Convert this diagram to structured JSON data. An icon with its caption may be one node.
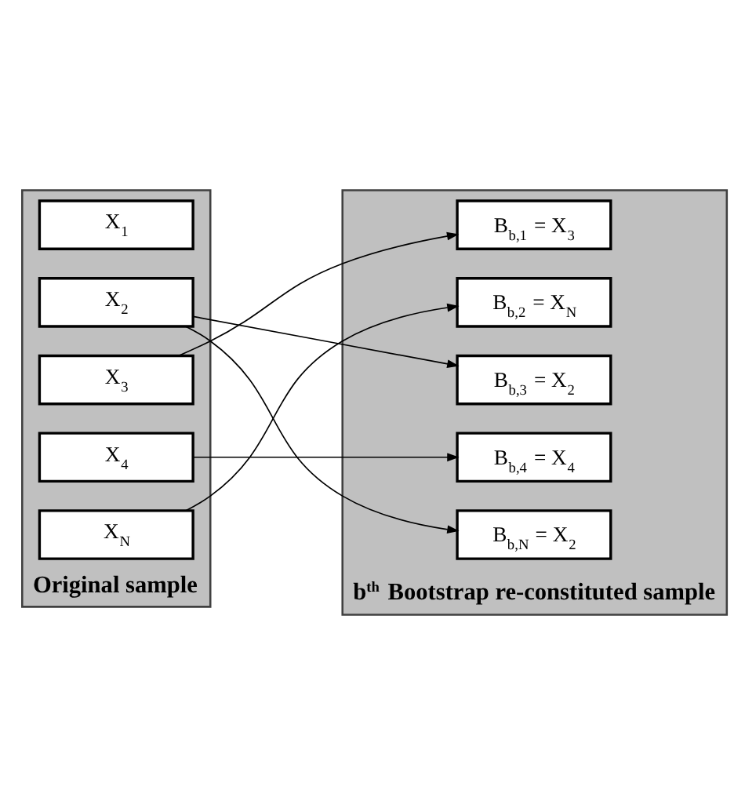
{
  "diagram": {
    "nodes": [
      {
        "text": [
          "Original sample"
        ]
      },
      {
        "text": [
          "X$_{1}$"
        ],
        "in": 0
      },
      {
        "text": [
          "X$_{2}$"
        ],
        "in": 0
      },
      {
        "text": [
          "X$_{3}$"
        ],
        "in": 0
      },
      {
        "text": [
          "X$_{4}$"
        ],
        "in": 0
      },
      {
        "text": [
          "X$_{N}$"
        ],
        "in": 0
      },
      {
        "text": [
          "b$^{th}$ Bootstrap re-constituted sample"
        ]
      },
      {
        "text": [
          "B$_{b,1}$ = X$_{3}$"
        ],
        "in": 6
      },
      {
        "text": [
          "B$_{b,2}$ = X$_{N}$"
        ],
        "in": 6
      },
      {
        "text": [
          "B$_{b,3}$ = X$_{2}$"
        ],
        "in": 6
      },
      {
        "text": [
          "B$_{b,4}$ = X$_{4}$"
        ],
        "in": 6
      },
      {
        "text": [
          "B$_{b,N}$ = X$_{2}$"
        ],
        "in": 6
      }
    ],
    "edges": [
      {
        "from": 3,
        "to": 7,
        "arrow": "to"
      },
      {
        "from": 5,
        "to": 8,
        "arrow": "to"
      },
      {
        "from": 2,
        "to": 9,
        "arrow": "to"
      },
      {
        "from": 4,
        "to": 10,
        "arrow": "to"
      },
      {
        "from": 2,
        "to": 11,
        "arrow": "to"
      }
    ]
  }
}
